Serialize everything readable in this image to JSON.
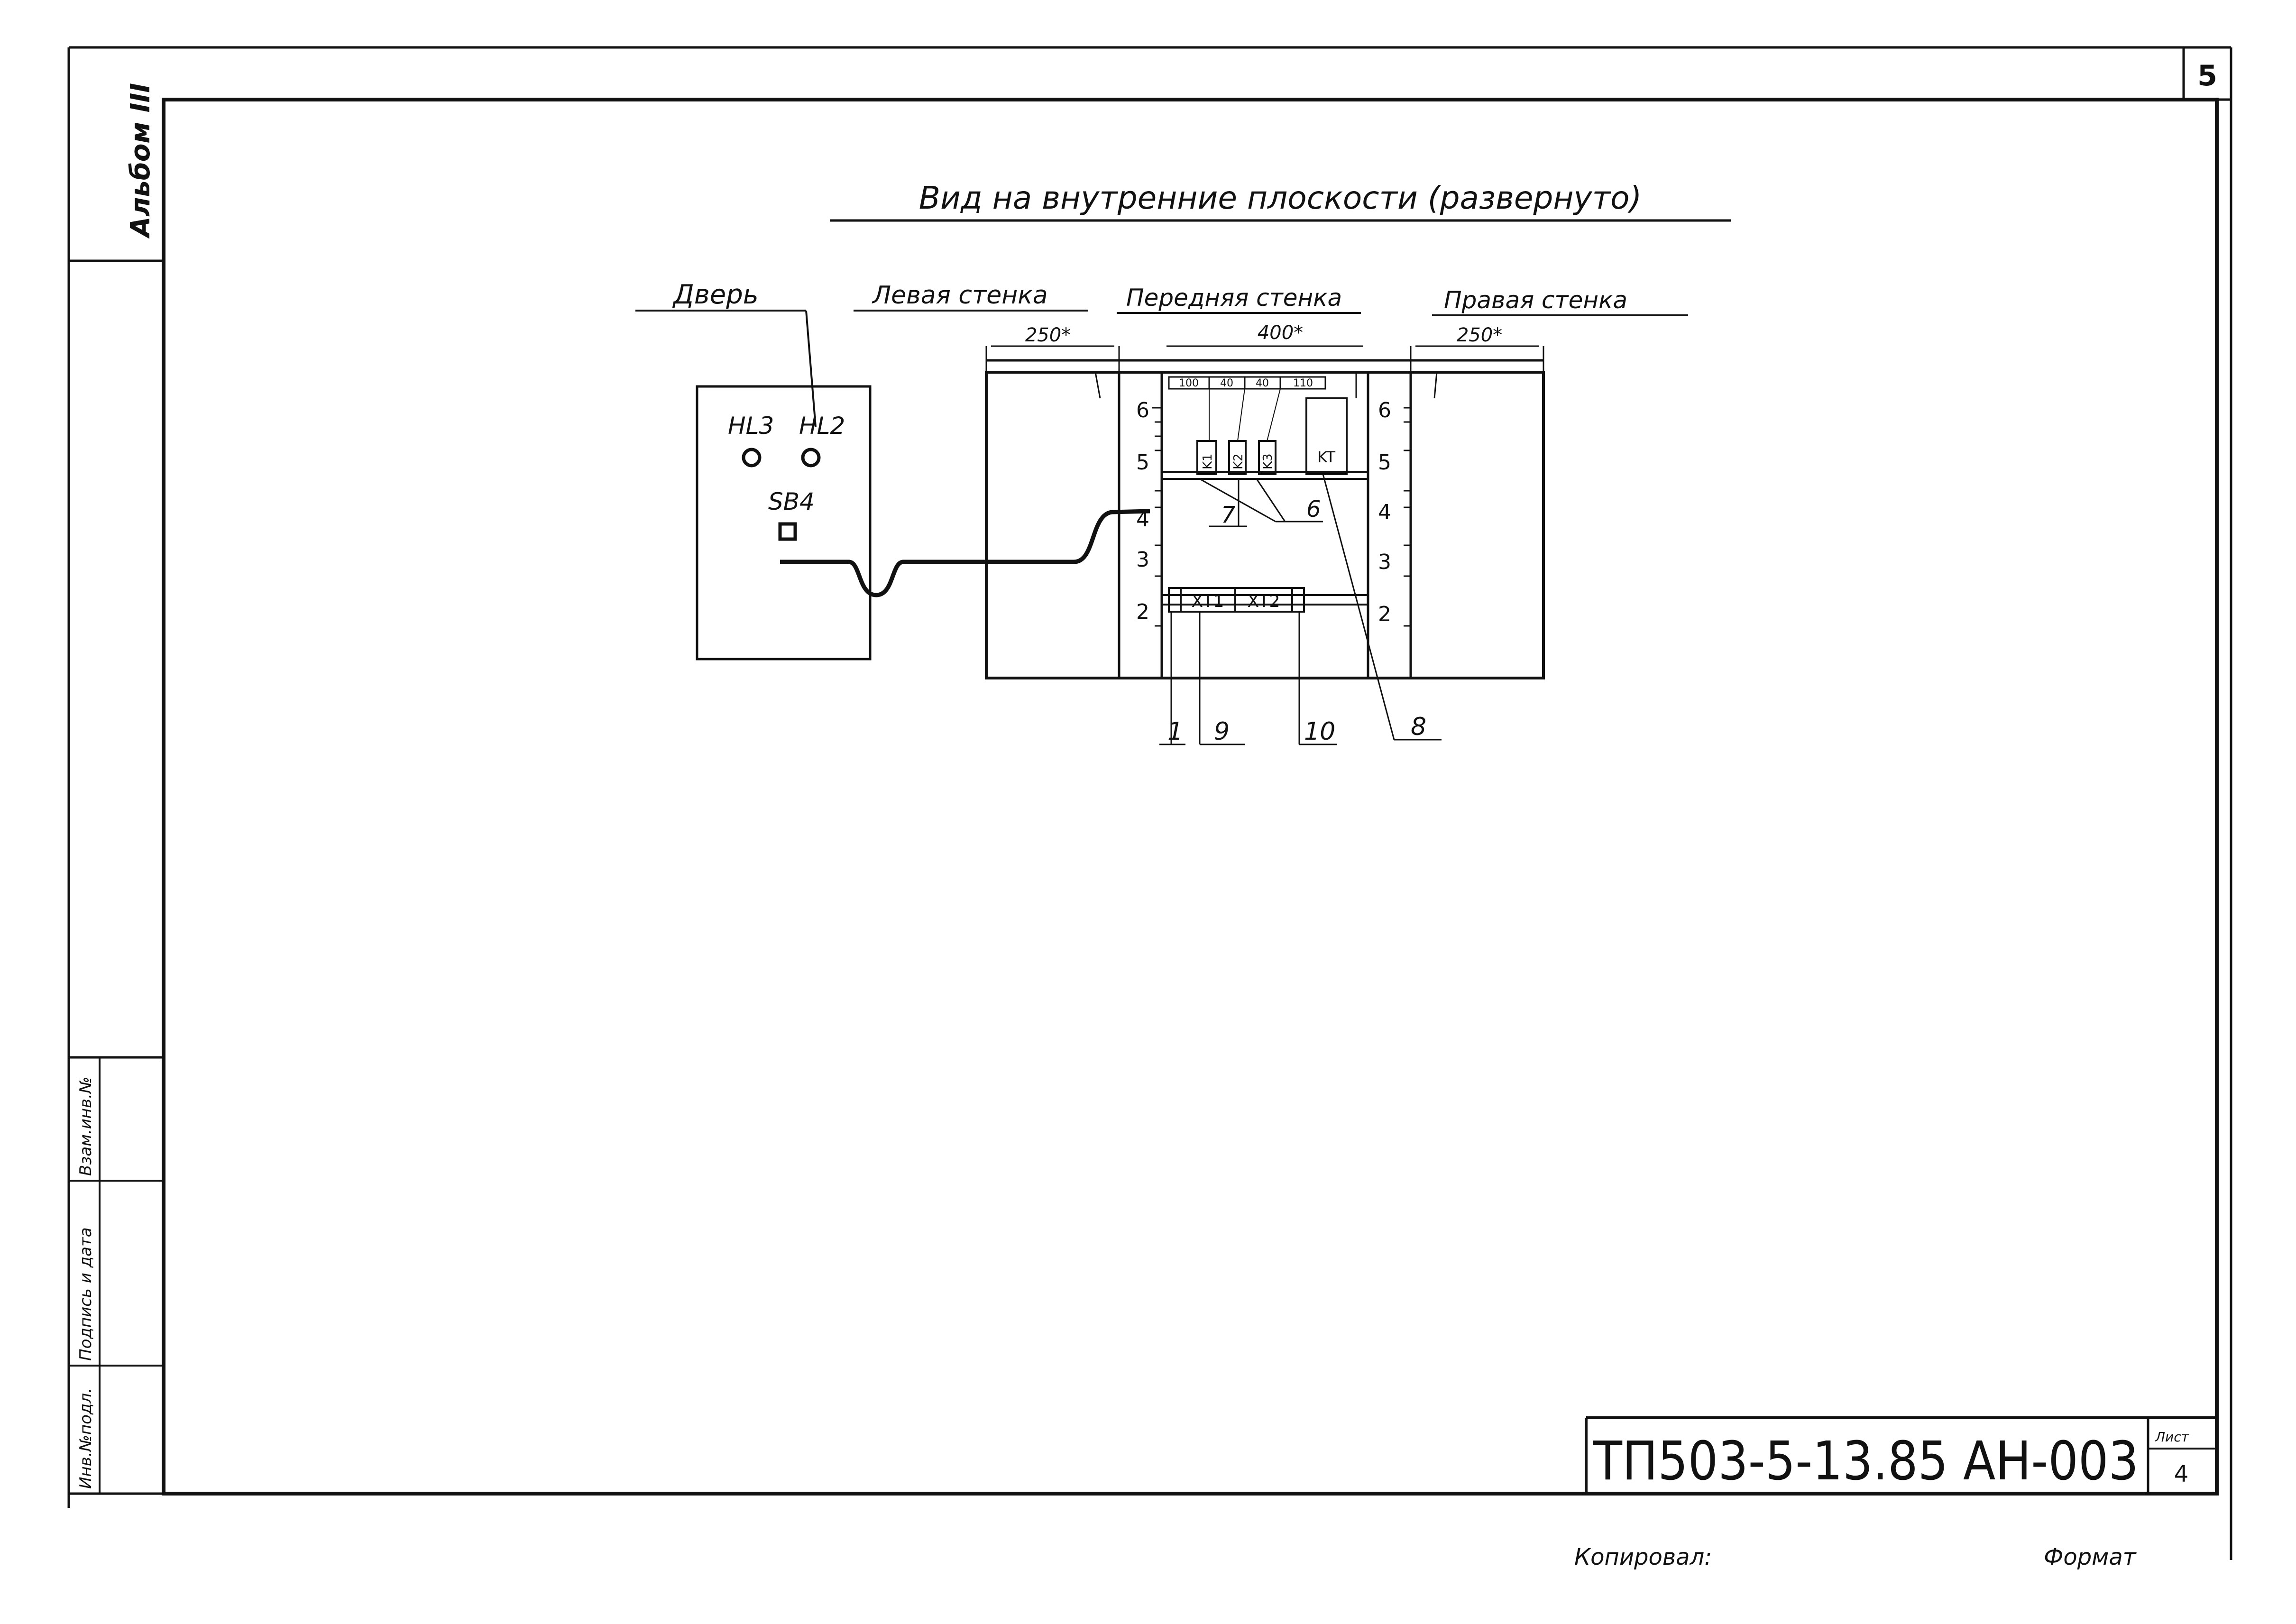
{
  "page_number": "5",
  "album": "Альбом III",
  "title": "Вид на внутренние плоскости (развернуто)",
  "panels": {
    "door": "Дверь",
    "left_wall": "Левая стенка",
    "front_wall": "Передняя стенка",
    "right_wall": "Правая стенка"
  },
  "dimensions": {
    "left_width": "250*",
    "front_width": "400*",
    "right_width": "250*",
    "spacing": [
      "100",
      "40",
      "40",
      "110"
    ]
  },
  "door_components": {
    "lamp_left": "HL3",
    "lamp_right": "HL2",
    "button": "SB4"
  },
  "devices": {
    "relay_1": "K1",
    "relay_2": "K2",
    "relay_3": "K3",
    "timer": "KT",
    "terminal_1": "XT1",
    "terminal_2": "XT2"
  },
  "rail_scale_left": [
    "6",
    "5",
    "4",
    "3",
    "2"
  ],
  "rail_scale_right": [
    "6",
    "5",
    "4",
    "3",
    "2"
  ],
  "callouts": {
    "c1": "1",
    "c6": "6",
    "c7": "7",
    "c8": "8",
    "c9": "9",
    "c10": "10"
  },
  "stamp": {
    "designation": "ТП503-5-13.85 АН-003",
    "sheet_label": "Лист",
    "sheet_number": "4"
  },
  "side_stamp": {
    "inv_orig": "Инв.№подл.",
    "signature_date": "Подпись и дата",
    "replaced_inv": "Взам.инв.№"
  },
  "footer": {
    "copied": "Копировал:",
    "format": "Формат"
  }
}
